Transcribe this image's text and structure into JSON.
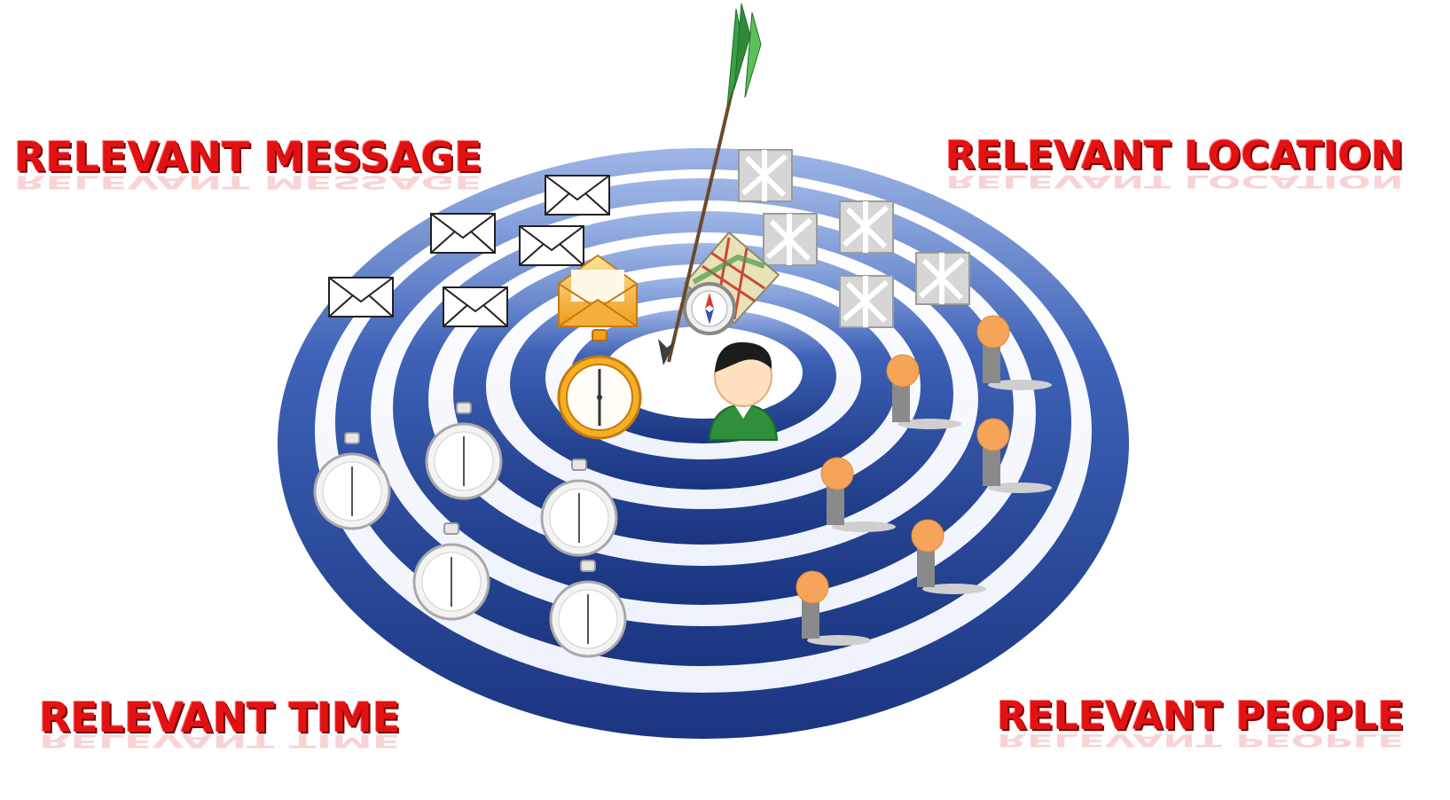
{
  "labels": {
    "message": "RELEVANT MESSAGE",
    "location": "RELEVANT LOCATION",
    "time": "RELEVANT TIME",
    "people": "RELEVANT PEOPLE"
  },
  "colors": {
    "label_red": "#e31212",
    "target_blue": "#2d4fa0",
    "arrow_fletching": "#3aa047",
    "envelope_gold": "#f5b64a",
    "person_orange": "#f5a45a"
  },
  "icons": {
    "center": [
      "gold-envelope-icon",
      "stopwatch-gold-icon",
      "person-icon",
      "map-compass-icon",
      "arrow-icon"
    ],
    "outer": [
      "envelope-icon",
      "stopwatch-icon",
      "map-tile-icon",
      "person-figure-icon"
    ]
  }
}
